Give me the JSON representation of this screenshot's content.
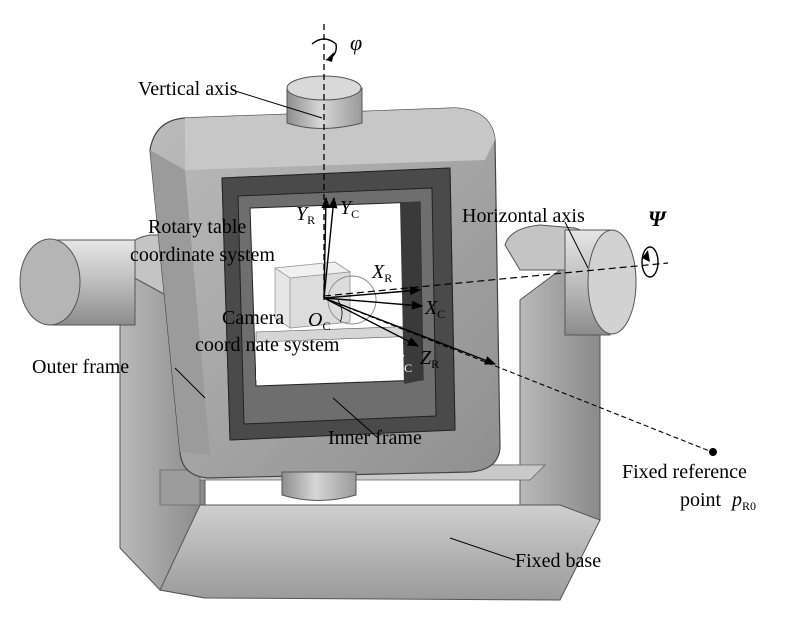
{
  "labels": {
    "vertical_axis": "Vertical  axis",
    "horizontal_axis": "Horizontal  axis",
    "rotary_table_line1": "Rotary table",
    "rotary_table_line2": "coordinate system",
    "camera_line1": "Camera",
    "camera_line2": "coord nate system",
    "outer_frame": "Outer frame",
    "inner_frame": "Inner frame",
    "fixed_reference_line1": "Fixed reference",
    "fixed_reference_line2": "point",
    "fixed_base": "Fixed base"
  },
  "symbols": {
    "phi": "φ",
    "psi": "Ψ",
    "Y": "Y",
    "X": "X",
    "Z": "Z",
    "O": "O",
    "p": "p",
    "sub_R": "R",
    "sub_C": "C",
    "sub_R0": "R0"
  },
  "colors": {
    "metal_light": "#d8d8d8",
    "metal_mid": "#a9a9a9",
    "metal_dark": "#5e5e5e",
    "inner_frame_dark": "#3a3a3a",
    "line": "#000000"
  }
}
